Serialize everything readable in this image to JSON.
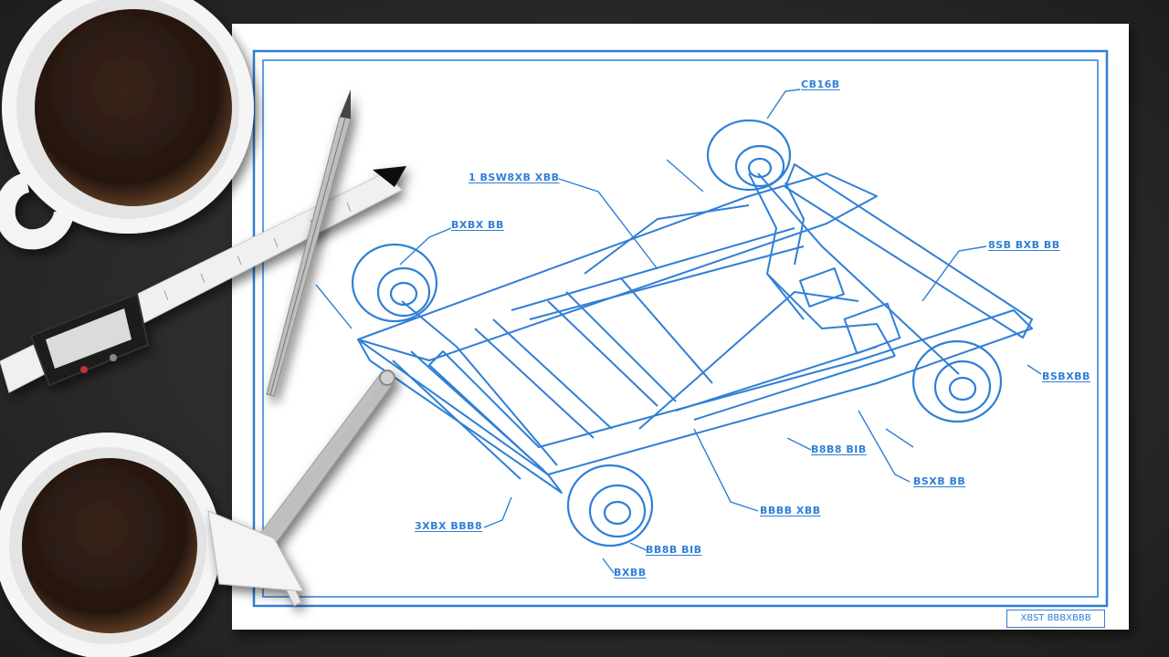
{
  "scene": {
    "background_color": "#2b2b2b",
    "paper_color": "#ffffff",
    "line_color": "#2f7fd6",
    "coffee_color": "#2a1a12"
  },
  "labels": {
    "l1": "CB16B",
    "l2": "1 BSW8XB XBB",
    "l3": "BXBX BB",
    "l4": "8SB BXB BB",
    "l5": "BSBXBB",
    "l6": "B8B8 BIB",
    "l7": "BSXB BB",
    "l8": "BBBB XBB",
    "l9": "3XBX BBB8",
    "l10": "BB8B BIB",
    "l11": "BXBB"
  },
  "titleblock": "XBST BBBXBBB"
}
